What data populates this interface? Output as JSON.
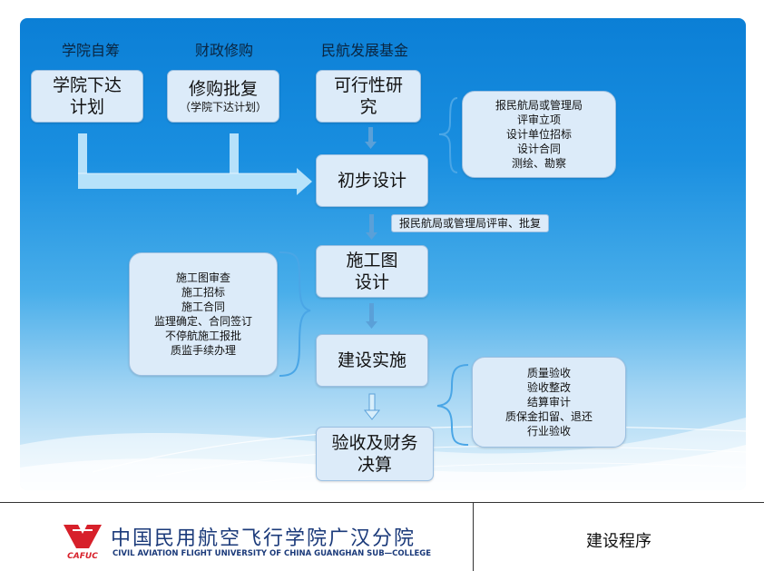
{
  "sources": {
    "college": "学院自筹",
    "finance": "财政修购",
    "fund": "民航发展基金"
  },
  "steps": {
    "college_plan": "学院下达\n计划",
    "purchase_main": "修购批复",
    "purchase_sub": "（学院下达计划）",
    "feasibility": "可行性研\n究",
    "preliminary": "初步设计",
    "construction_drawing": "施工图\n设计",
    "implementation": "建设实施",
    "acceptance": "验收及财务\n决算"
  },
  "notes": {
    "feasibility_items": [
      "报民航局或管理局",
      "评审立项",
      "设计单位招标",
      "设计合同",
      "测绘、勘察"
    ],
    "drawing_items": [
      "施工图审查",
      "施工招标",
      "施工合同",
      "监理确定、合同签订",
      "不停航施工报批",
      "质监手续办理"
    ],
    "acceptance_items": [
      "质量验收",
      "验收整改",
      "结算审计",
      "质保金扣留、退还",
      "行业验收"
    ]
  },
  "tag_review": "报民航局或管理局评审、批复",
  "footer": {
    "logo_mark": "CAFUC",
    "school_cn": "中国民用航空飞行学院广汉分院",
    "school_en": "CIVIL AVIATION FLIGHT UNIVERSITY OF CHINA GUANGHAN SUB—COLLEGE",
    "page_title": "建设程序"
  },
  "colors": {
    "bg_top": "#0b7fd6",
    "box_fill": "#dcebf9",
    "box_border": "#9cc0e2",
    "arrow": "#9fd6f5",
    "logo_red": "#d7202a",
    "logo_blue": "#1b3a7a"
  }
}
